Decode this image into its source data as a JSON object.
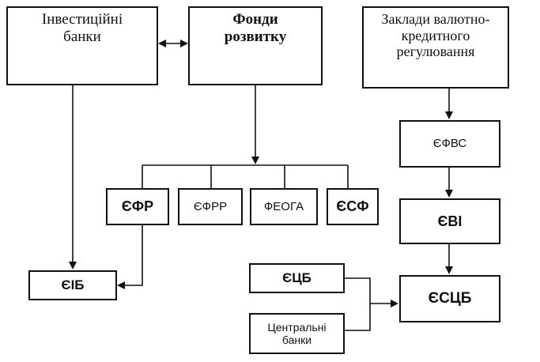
{
  "boxes": {
    "investment_banks": "Інвестиційні\nбанки",
    "development_funds": "Фонди\nрозвитку",
    "currency_institutions": "Заклади валютно-\nкредитного\nрегулювання",
    "efvs": "ЄФВС",
    "efr": "ЄФР",
    "efrr": "ЄФРР",
    "feoga": "ФЕОГА",
    "esf": "ЄСФ",
    "evi": "ЄВІ",
    "eib": "ЄІБ",
    "ecb": "ЄЦБ",
    "escb": "ЄСЦБ",
    "central_banks": "Центральні\nбанки"
  }
}
